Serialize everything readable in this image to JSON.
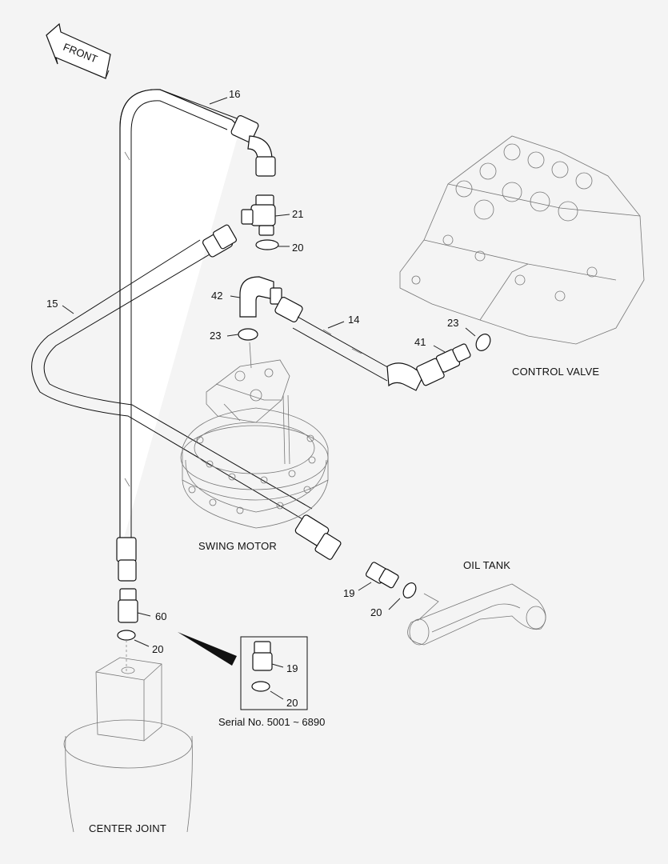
{
  "arrow": {
    "label": "FRONT"
  },
  "callouts": {
    "c16": "16",
    "c21": "21",
    "c20_top": "20",
    "c42": "42",
    "c14": "14",
    "c23_left": "23",
    "c23_right": "23",
    "c41": "41",
    "c15": "15",
    "c19": "19",
    "c20_mid": "20",
    "c60": "60",
    "c20_bottom": "20",
    "c19_inset": "19",
    "c20_inset": "20"
  },
  "components": {
    "control_valve": "CONTROL VALVE",
    "swing_motor": "SWING MOTOR",
    "oil_tank": "OIL TANK",
    "center_joint": "CENTER JOINT"
  },
  "inset": {
    "serial": "Serial No. 5001 ~ 6890"
  }
}
